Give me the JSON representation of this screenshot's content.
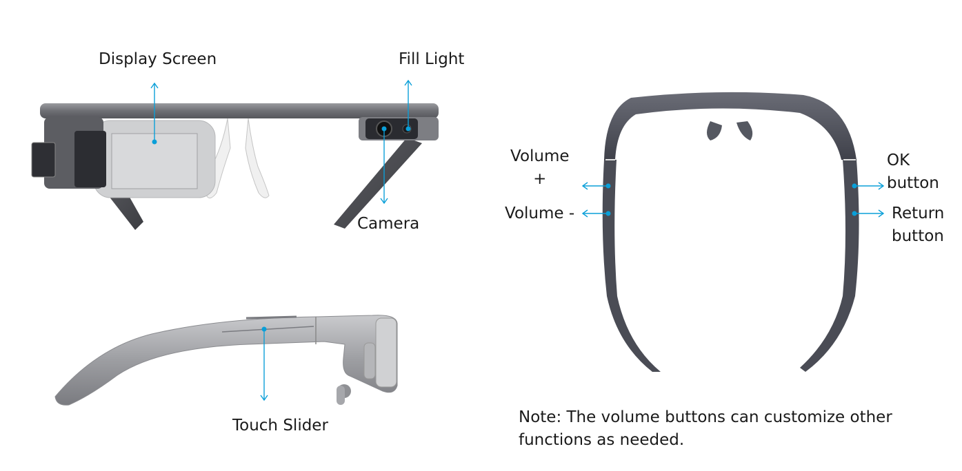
{
  "labels": {
    "display_screen": "Display Screen",
    "fill_light": "Fill Light",
    "camera": "Camera",
    "touch_slider": "Touch Slider",
    "volume_plus": "Volume\n+",
    "volume_minus": "Volume -",
    "ok_button": "OK\nbutton",
    "return_button": "Return\nbutton"
  },
  "note": "Note: The volume buttons can customize other functions as needed.",
  "colors": {
    "callout": "#0a9fd8",
    "frame_dark": "#4a4c55",
    "frame_mid": "#8c8d92",
    "screen": "#cfd0d2"
  }
}
